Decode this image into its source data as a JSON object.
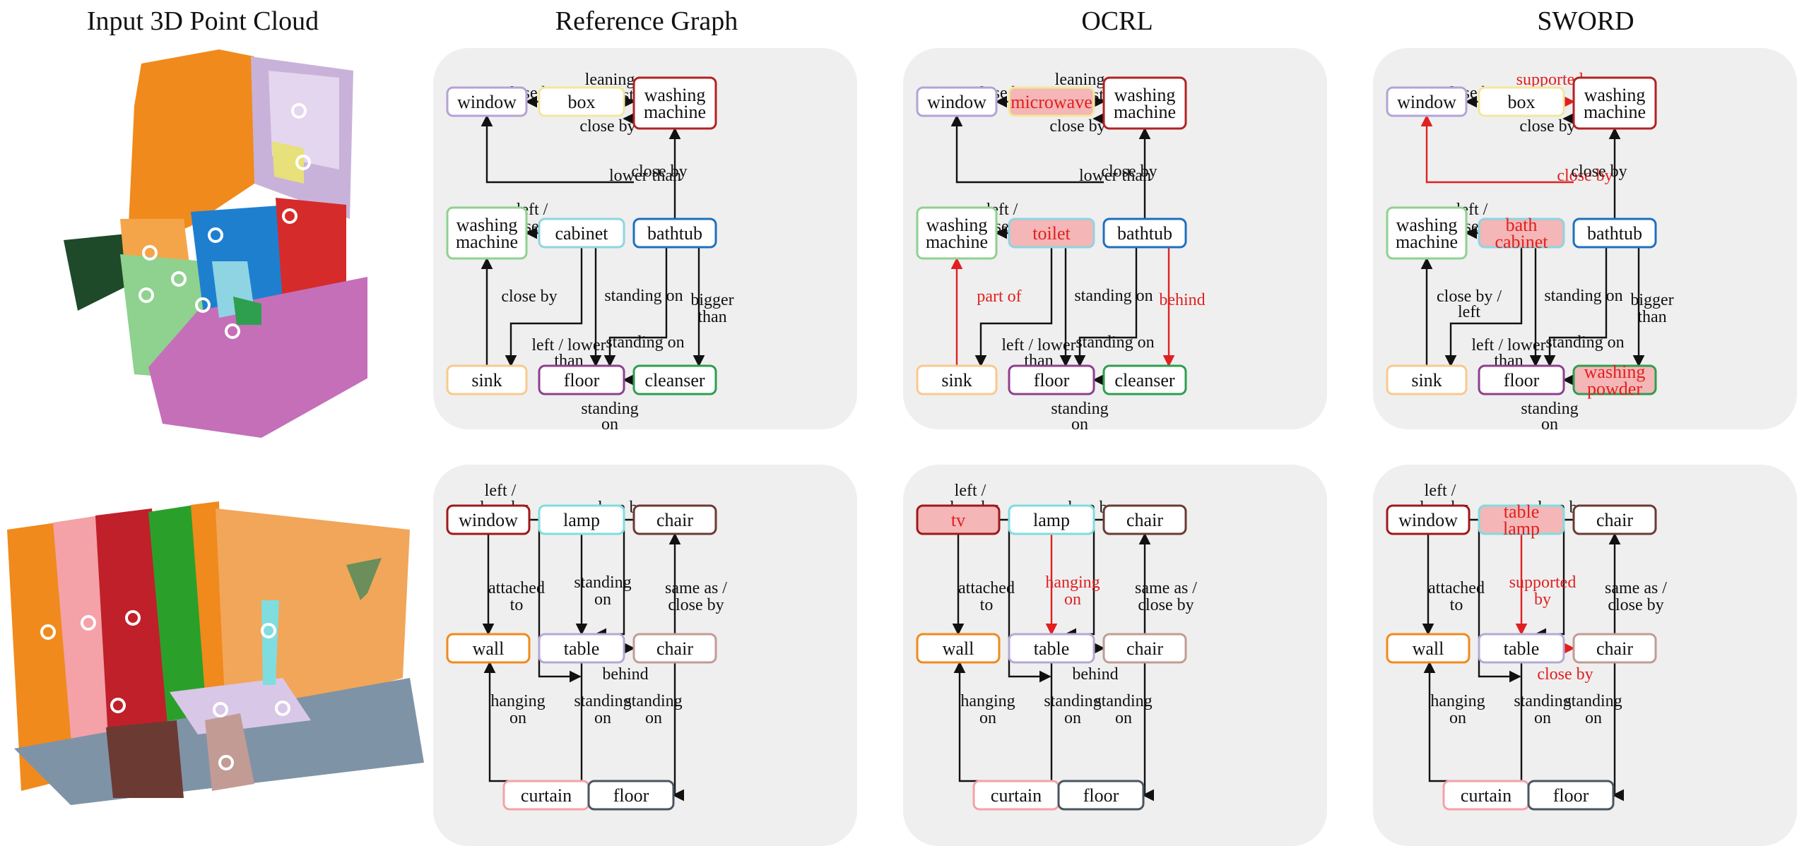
{
  "column_titles": [
    "Input 3D Point Cloud",
    "Reference Graph",
    "OCRL",
    "SWORD"
  ],
  "panels": [
    {
      "name": "bathroom-reference",
      "nodes": [
        {
          "id": "window",
          "lines": [
            "window"
          ],
          "color": "#b3a3d6",
          "fill": "#ffffff",
          "text": "#111111"
        },
        {
          "id": "box",
          "lines": [
            "box"
          ],
          "color": "#f3e79e",
          "fill": "#ffffff",
          "text": "#111111"
        },
        {
          "id": "wm1",
          "lines": [
            "washing",
            "machine"
          ],
          "color": "#b22222",
          "fill": "#ffffff",
          "text": "#111111"
        },
        {
          "id": "wm2",
          "lines": [
            "washing",
            "machine"
          ],
          "color": "#8fd18f",
          "fill": "#ffffff",
          "text": "#111111"
        },
        {
          "id": "cabinet",
          "lines": [
            "cabinet"
          ],
          "color": "#8ed4e3",
          "fill": "#ffffff",
          "text": "#111111"
        },
        {
          "id": "bathtub",
          "lines": [
            "bathtub"
          ],
          "color": "#1f6fbf",
          "fill": "#ffffff",
          "text": "#111111"
        },
        {
          "id": "sink",
          "lines": [
            "sink"
          ],
          "color": "#f9c98e",
          "fill": "#ffffff",
          "text": "#111111"
        },
        {
          "id": "floor",
          "lines": [
            "floor"
          ],
          "color": "#8e3f8e",
          "fill": "#ffffff",
          "text": "#111111"
        },
        {
          "id": "cleanser",
          "lines": [
            "cleanser"
          ],
          "color": "#2e9e4f",
          "fill": "#ffffff",
          "text": "#111111"
        }
      ],
      "edges": [
        {
          "label": [
            "close by"
          ],
          "color": "#111111"
        },
        {
          "label": [
            "leaning",
            "against"
          ],
          "color": "#111111"
        },
        {
          "label": [
            "close by"
          ],
          "color": "#111111"
        },
        {
          "label": [
            "lower than"
          ],
          "color": "#111111"
        },
        {
          "label": [
            "close by"
          ],
          "color": "#111111"
        },
        {
          "label": [
            "left /",
            "close by"
          ],
          "color": "#111111"
        },
        {
          "label": [
            "close by"
          ],
          "color": "#111111"
        },
        {
          "label": [
            "left / lower",
            "than"
          ],
          "color": "#111111"
        },
        {
          "label": [
            "standing on"
          ],
          "color": "#111111"
        },
        {
          "label": [
            "standing on"
          ],
          "color": "#111111"
        },
        {
          "label": [
            "bigger",
            "than"
          ],
          "color": "#111111"
        },
        {
          "label": [
            "standing",
            "on"
          ],
          "color": "#111111"
        }
      ]
    },
    {
      "name": "bathroom-ocrl",
      "nodes": [
        {
          "id": "window",
          "lines": [
            "window"
          ],
          "color": "#b3a3d6",
          "fill": "#ffffff",
          "text": "#111111"
        },
        {
          "id": "box",
          "lines": [
            "microwave"
          ],
          "color": "#f3e79e",
          "fill": "#f4b6b6",
          "text": "#e02020"
        },
        {
          "id": "wm1",
          "lines": [
            "washing",
            "machine"
          ],
          "color": "#b22222",
          "fill": "#ffffff",
          "text": "#111111"
        },
        {
          "id": "wm2",
          "lines": [
            "washing",
            "machine"
          ],
          "color": "#8fd18f",
          "fill": "#ffffff",
          "text": "#111111"
        },
        {
          "id": "cabinet",
          "lines": [
            "toilet"
          ],
          "color": "#8ed4e3",
          "fill": "#f4b6b6",
          "text": "#e02020"
        },
        {
          "id": "bathtub",
          "lines": [
            "bathtub"
          ],
          "color": "#1f6fbf",
          "fill": "#ffffff",
          "text": "#111111"
        },
        {
          "id": "sink",
          "lines": [
            "sink"
          ],
          "color": "#f9c98e",
          "fill": "#ffffff",
          "text": "#111111"
        },
        {
          "id": "floor",
          "lines": [
            "floor"
          ],
          "color": "#8e3f8e",
          "fill": "#ffffff",
          "text": "#111111"
        },
        {
          "id": "cleanser",
          "lines": [
            "cleanser"
          ],
          "color": "#2e9e4f",
          "fill": "#ffffff",
          "text": "#111111"
        }
      ],
      "edges": [
        {
          "label": [
            "close by"
          ],
          "color": "#111111"
        },
        {
          "label": [
            "leaning",
            "against"
          ],
          "color": "#111111"
        },
        {
          "label": [
            "close by"
          ],
          "color": "#111111"
        },
        {
          "label": [
            "lower than"
          ],
          "color": "#111111"
        },
        {
          "label": [
            "close by"
          ],
          "color": "#111111"
        },
        {
          "label": [
            "left /",
            "close by"
          ],
          "color": "#111111"
        },
        {
          "label": [
            "part of"
          ],
          "color": "#e02020"
        },
        {
          "label": [
            "left / lower",
            "than"
          ],
          "color": "#111111"
        },
        {
          "label": [
            "standing on"
          ],
          "color": "#111111"
        },
        {
          "label": [
            "standing on"
          ],
          "color": "#111111"
        },
        {
          "label": [
            "behind"
          ],
          "color": "#e02020"
        },
        {
          "label": [
            "standing",
            "on"
          ],
          "color": "#111111"
        }
      ]
    },
    {
      "name": "bathroom-sword",
      "nodes": [
        {
          "id": "window",
          "lines": [
            "window"
          ],
          "color": "#b3a3d6",
          "fill": "#ffffff",
          "text": "#111111"
        },
        {
          "id": "box",
          "lines": [
            "box"
          ],
          "color": "#f3e79e",
          "fill": "#ffffff",
          "text": "#111111"
        },
        {
          "id": "wm1",
          "lines": [
            "washing",
            "machine"
          ],
          "color": "#b22222",
          "fill": "#ffffff",
          "text": "#111111"
        },
        {
          "id": "wm2",
          "lines": [
            "washing",
            "machine"
          ],
          "color": "#8fd18f",
          "fill": "#ffffff",
          "text": "#111111"
        },
        {
          "id": "cabinet",
          "lines": [
            "bath",
            "cabinet"
          ],
          "color": "#8ed4e3",
          "fill": "#f4b6b6",
          "text": "#e02020"
        },
        {
          "id": "bathtub",
          "lines": [
            "bathtub"
          ],
          "color": "#1f6fbf",
          "fill": "#ffffff",
          "text": "#111111"
        },
        {
          "id": "sink",
          "lines": [
            "sink"
          ],
          "color": "#f9c98e",
          "fill": "#ffffff",
          "text": "#111111"
        },
        {
          "id": "floor",
          "lines": [
            "floor"
          ],
          "color": "#8e3f8e",
          "fill": "#ffffff",
          "text": "#111111"
        },
        {
          "id": "cleanser",
          "lines": [
            "washing",
            "powder"
          ],
          "color": "#2e9e4f",
          "fill": "#f4b6b6",
          "text": "#e02020"
        }
      ],
      "edges": [
        {
          "label": [
            "close by"
          ],
          "color": "#111111"
        },
        {
          "label": [
            "supported",
            "by"
          ],
          "color": "#e02020"
        },
        {
          "label": [
            "close by"
          ],
          "color": "#111111"
        },
        {
          "label": [
            "close by"
          ],
          "color": "#e02020"
        },
        {
          "label": [
            "close by"
          ],
          "color": "#111111"
        },
        {
          "label": [
            "left /",
            "close by"
          ],
          "color": "#111111"
        },
        {
          "label": [
            "close by /",
            "left"
          ],
          "color": "#111111"
        },
        {
          "label": [
            "left / lower",
            "than"
          ],
          "color": "#111111"
        },
        {
          "label": [
            "standing on"
          ],
          "color": "#111111"
        },
        {
          "label": [
            "standing on"
          ],
          "color": "#111111"
        },
        {
          "label": [
            "bigger",
            "than"
          ],
          "color": "#111111"
        },
        {
          "label": [
            "standing",
            "on"
          ],
          "color": "#111111"
        }
      ]
    },
    {
      "name": "dining-reference",
      "nodes": [
        {
          "id": "window",
          "lines": [
            "window"
          ],
          "color": "#a01818",
          "fill": "#ffffff",
          "text": "#111111"
        },
        {
          "id": "lamp",
          "lines": [
            "lamp"
          ],
          "color": "#7fdde0",
          "fill": "#ffffff",
          "text": "#111111"
        },
        {
          "id": "chair1",
          "lines": [
            "chair"
          ],
          "color": "#6b3a33",
          "fill": "#ffffff",
          "text": "#111111"
        },
        {
          "id": "wall",
          "lines": [
            "wall"
          ],
          "color": "#f08a1c",
          "fill": "#ffffff",
          "text": "#111111"
        },
        {
          "id": "table",
          "lines": [
            "table"
          ],
          "color": "#b6a8d4",
          "fill": "#ffffff",
          "text": "#111111"
        },
        {
          "id": "chair2",
          "lines": [
            "chair"
          ],
          "color": "#c29b95",
          "fill": "#ffffff",
          "text": "#111111"
        },
        {
          "id": "curtain",
          "lines": [
            "curtain"
          ],
          "color": "#f4a1a8",
          "fill": "#ffffff",
          "text": "#111111"
        },
        {
          "id": "floor",
          "lines": [
            "floor"
          ],
          "color": "#4a5560",
          "fill": "#ffffff",
          "text": "#111111"
        }
      ],
      "edges": [
        {
          "label": [
            "left /",
            "close by"
          ],
          "color": "#111111"
        },
        {
          "label": [
            "close by"
          ],
          "color": "#111111"
        },
        {
          "label": [
            "attached",
            "to"
          ],
          "color": "#111111"
        },
        {
          "label": [
            "standing",
            "on"
          ],
          "color": "#111111"
        },
        {
          "label": [
            "same as /",
            "close by"
          ],
          "color": "#111111"
        },
        {
          "label": [
            "behind"
          ],
          "color": "#111111"
        },
        {
          "label": [
            "hanging",
            "on"
          ],
          "color": "#111111"
        },
        {
          "label": [
            "standing",
            "on"
          ],
          "color": "#111111"
        },
        {
          "label": [
            "standing",
            "on"
          ],
          "color": "#111111"
        }
      ]
    },
    {
      "name": "dining-ocrl",
      "nodes": [
        {
          "id": "window",
          "lines": [
            "tv"
          ],
          "color": "#a01818",
          "fill": "#f4b6b6",
          "text": "#e02020"
        },
        {
          "id": "lamp",
          "lines": [
            "lamp"
          ],
          "color": "#7fdde0",
          "fill": "#ffffff",
          "text": "#111111"
        },
        {
          "id": "chair1",
          "lines": [
            "chair"
          ],
          "color": "#6b3a33",
          "fill": "#ffffff",
          "text": "#111111"
        },
        {
          "id": "wall",
          "lines": [
            "wall"
          ],
          "color": "#f08a1c",
          "fill": "#ffffff",
          "text": "#111111"
        },
        {
          "id": "table",
          "lines": [
            "table"
          ],
          "color": "#b6a8d4",
          "fill": "#ffffff",
          "text": "#111111"
        },
        {
          "id": "chair2",
          "lines": [
            "chair"
          ],
          "color": "#c29b95",
          "fill": "#ffffff",
          "text": "#111111"
        },
        {
          "id": "curtain",
          "lines": [
            "curtain"
          ],
          "color": "#f4a1a8",
          "fill": "#ffffff",
          "text": "#111111"
        },
        {
          "id": "floor",
          "lines": [
            "floor"
          ],
          "color": "#4a5560",
          "fill": "#ffffff",
          "text": "#111111"
        }
      ],
      "edges": [
        {
          "label": [
            "left /",
            "close by"
          ],
          "color": "#111111"
        },
        {
          "label": [
            "close by"
          ],
          "color": "#111111"
        },
        {
          "label": [
            "attached",
            "to"
          ],
          "color": "#111111"
        },
        {
          "label": [
            "hanging",
            "on"
          ],
          "color": "#e02020"
        },
        {
          "label": [
            "same as /",
            "close by"
          ],
          "color": "#111111"
        },
        {
          "label": [
            "behind"
          ],
          "color": "#111111"
        },
        {
          "label": [
            "hanging",
            "on"
          ],
          "color": "#111111"
        },
        {
          "label": [
            "standing",
            "on"
          ],
          "color": "#111111"
        },
        {
          "label": [
            "standing",
            "on"
          ],
          "color": "#111111"
        }
      ]
    },
    {
      "name": "dining-sword",
      "nodes": [
        {
          "id": "window",
          "lines": [
            "window"
          ],
          "color": "#a01818",
          "fill": "#ffffff",
          "text": "#111111"
        },
        {
          "id": "lamp",
          "lines": [
            "table",
            "lamp"
          ],
          "color": "#7fdde0",
          "fill": "#f4b6b6",
          "text": "#e02020"
        },
        {
          "id": "chair1",
          "lines": [
            "chair"
          ],
          "color": "#6b3a33",
          "fill": "#ffffff",
          "text": "#111111"
        },
        {
          "id": "wall",
          "lines": [
            "wall"
          ],
          "color": "#f08a1c",
          "fill": "#ffffff",
          "text": "#111111"
        },
        {
          "id": "table",
          "lines": [
            "table"
          ],
          "color": "#b6a8d4",
          "fill": "#ffffff",
          "text": "#111111"
        },
        {
          "id": "chair2",
          "lines": [
            "chair"
          ],
          "color": "#c29b95",
          "fill": "#ffffff",
          "text": "#111111"
        },
        {
          "id": "curtain",
          "lines": [
            "curtain"
          ],
          "color": "#f4a1a8",
          "fill": "#ffffff",
          "text": "#111111"
        },
        {
          "id": "floor",
          "lines": [
            "floor"
          ],
          "color": "#4a5560",
          "fill": "#ffffff",
          "text": "#111111"
        }
      ],
      "edges": [
        {
          "label": [
            "left /",
            "close by"
          ],
          "color": "#111111"
        },
        {
          "label": [
            "close by"
          ],
          "color": "#111111"
        },
        {
          "label": [
            "attached",
            "to"
          ],
          "color": "#111111"
        },
        {
          "label": [
            "supported",
            "by"
          ],
          "color": "#e02020"
        },
        {
          "label": [
            "same as /",
            "close by"
          ],
          "color": "#111111"
        },
        {
          "label": [
            "close by"
          ],
          "color": "#e02020"
        },
        {
          "label": [
            "hanging",
            "on"
          ],
          "color": "#111111"
        },
        {
          "label": [
            "standing",
            "on"
          ],
          "color": "#111111"
        },
        {
          "label": [
            "standing",
            "on"
          ],
          "color": "#111111"
        }
      ]
    }
  ],
  "pointclouds": [
    {
      "name": "bathroom-point-cloud"
    },
    {
      "name": "dining-room-point-cloud"
    }
  ]
}
